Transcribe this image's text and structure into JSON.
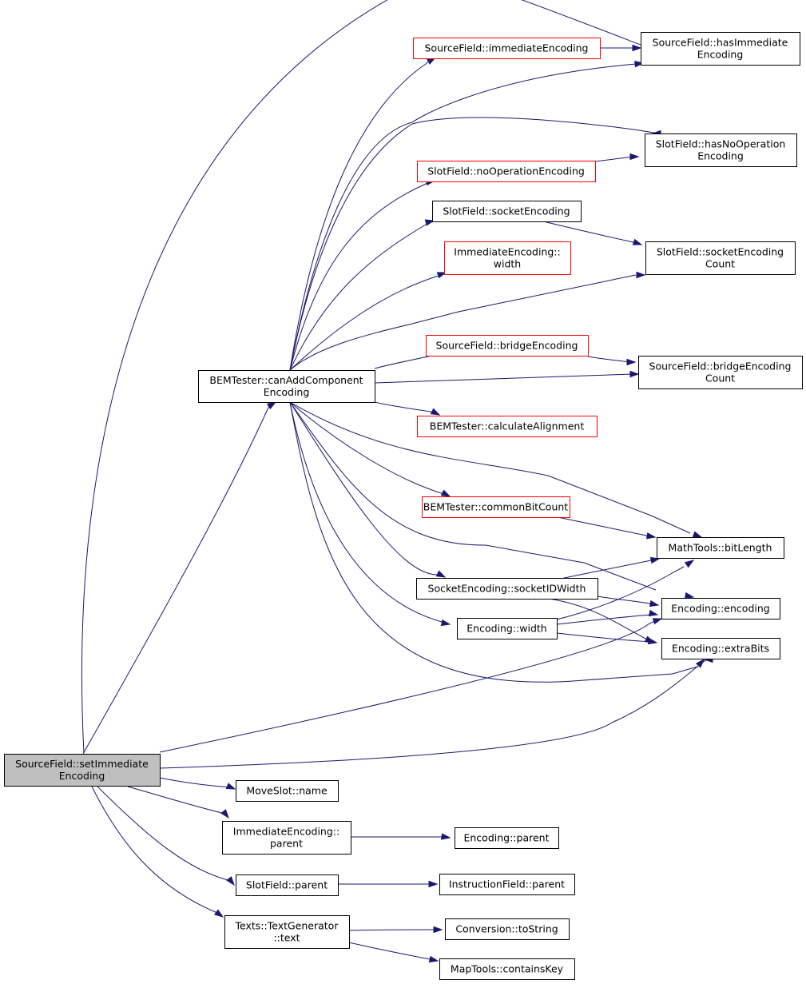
{
  "colors": {
    "edge": "#191970",
    "root_fill": "#bfbfbf",
    "normal_border": "#000000",
    "truncated_border": "#ff0000",
    "background": "#ffffff"
  },
  "nodes": [
    {
      "id": "root",
      "lines": [
        "SourceField::setImmediate",
        "Encoding"
      ],
      "style": "root"
    },
    {
      "id": "canadd",
      "lines": [
        "BEMTester::canAddComponent",
        "Encoding"
      ],
      "style": "normal"
    },
    {
      "id": "srcimm",
      "lines": [
        "SourceField::immediateEncoding"
      ],
      "style": "red"
    },
    {
      "id": "hasimm",
      "lines": [
        "SourceField::hasImmediate",
        "Encoding"
      ],
      "style": "normal"
    },
    {
      "id": "hasnoop",
      "lines": [
        "SlotField::hasNoOperation",
        "Encoding"
      ],
      "style": "normal"
    },
    {
      "id": "noop",
      "lines": [
        "SlotField::noOperationEncoding"
      ],
      "style": "red"
    },
    {
      "id": "sockenc",
      "lines": [
        "SlotField::socketEncoding"
      ],
      "style": "normal"
    },
    {
      "id": "immwidth",
      "lines": [
        "ImmediateEncoding::",
        "width"
      ],
      "style": "red"
    },
    {
      "id": "sockcount",
      "lines": [
        "SlotField::socketEncoding",
        "Count"
      ],
      "style": "normal"
    },
    {
      "id": "bridgeenc",
      "lines": [
        "SourceField::bridgeEncoding"
      ],
      "style": "red"
    },
    {
      "id": "bridgecount",
      "lines": [
        "SourceField::bridgeEncoding",
        "Count"
      ],
      "style": "normal"
    },
    {
      "id": "calcalign",
      "lines": [
        "BEMTester::calculateAlignment"
      ],
      "style": "red"
    },
    {
      "id": "commonbit",
      "lines": [
        "BEMTester::commonBitCount"
      ],
      "style": "red"
    },
    {
      "id": "bitlength",
      "lines": [
        "MathTools::bitLength"
      ],
      "style": "normal"
    },
    {
      "id": "sockid",
      "lines": [
        "SocketEncoding::socketIDWidth"
      ],
      "style": "normal"
    },
    {
      "id": "encwidth",
      "lines": [
        "Encoding::width"
      ],
      "style": "normal"
    },
    {
      "id": "encenc",
      "lines": [
        "Encoding::encoding"
      ],
      "style": "normal"
    },
    {
      "id": "extrabits",
      "lines": [
        "Encoding::extraBits"
      ],
      "style": "normal"
    },
    {
      "id": "moveslot",
      "lines": [
        "MoveSlot::name"
      ],
      "style": "normal"
    },
    {
      "id": "immparent",
      "lines": [
        "ImmediateEncoding::",
        "parent"
      ],
      "style": "normal"
    },
    {
      "id": "encparent",
      "lines": [
        "Encoding::parent"
      ],
      "style": "normal"
    },
    {
      "id": "slotparent",
      "lines": [
        "SlotField::parent"
      ],
      "style": "normal"
    },
    {
      "id": "instrparent",
      "lines": [
        "InstructionField::parent"
      ],
      "style": "normal"
    },
    {
      "id": "texttext",
      "lines": [
        "Texts::TextGenerator",
        "::text"
      ],
      "style": "normal"
    },
    {
      "id": "tostring",
      "lines": [
        "Conversion::toString"
      ],
      "style": "normal"
    },
    {
      "id": "containskey",
      "lines": [
        "MapTools::containsKey"
      ],
      "style": "normal"
    }
  ],
  "edges": [
    {
      "from": "root",
      "to": "canadd"
    },
    {
      "from": "root",
      "to": "hasimm"
    },
    {
      "from": "root",
      "to": "encenc"
    },
    {
      "from": "root",
      "to": "extrabits"
    },
    {
      "from": "root",
      "to": "moveslot"
    },
    {
      "from": "root",
      "to": "immparent"
    },
    {
      "from": "root",
      "to": "slotparent"
    },
    {
      "from": "root",
      "to": "texttext"
    },
    {
      "from": "canadd",
      "to": "srcimm"
    },
    {
      "from": "canadd",
      "to": "hasimm"
    },
    {
      "from": "canadd",
      "to": "hasnoop"
    },
    {
      "from": "canadd",
      "to": "noop"
    },
    {
      "from": "canadd",
      "to": "sockenc"
    },
    {
      "from": "canadd",
      "to": "immwidth"
    },
    {
      "from": "canadd",
      "to": "sockcount"
    },
    {
      "from": "canadd",
      "to": "bridgeenc"
    },
    {
      "from": "canadd",
      "to": "bridgecount"
    },
    {
      "from": "canadd",
      "to": "calcalign"
    },
    {
      "from": "canadd",
      "to": "bitlength"
    },
    {
      "from": "canadd",
      "to": "commonbit"
    },
    {
      "from": "canadd",
      "to": "encenc"
    },
    {
      "from": "canadd",
      "to": "sockid"
    },
    {
      "from": "canadd",
      "to": "encwidth"
    },
    {
      "from": "canadd",
      "to": "extrabits"
    },
    {
      "from": "srcimm",
      "to": "hasimm"
    },
    {
      "from": "noop",
      "to": "hasnoop"
    },
    {
      "from": "sockenc",
      "to": "sockcount"
    },
    {
      "from": "bridgeenc",
      "to": "bridgecount"
    },
    {
      "from": "commonbit",
      "to": "bitlength"
    },
    {
      "from": "sockid",
      "to": "bitlength"
    },
    {
      "from": "sockid",
      "to": "encenc"
    },
    {
      "from": "sockid",
      "to": "extrabits"
    },
    {
      "from": "encwidth",
      "to": "bitlength"
    },
    {
      "from": "encwidth",
      "to": "encenc"
    },
    {
      "from": "encwidth",
      "to": "extrabits"
    },
    {
      "from": "immparent",
      "to": "encparent"
    },
    {
      "from": "slotparent",
      "to": "instrparent"
    },
    {
      "from": "texttext",
      "to": "tostring"
    },
    {
      "from": "texttext",
      "to": "containskey"
    }
  ]
}
